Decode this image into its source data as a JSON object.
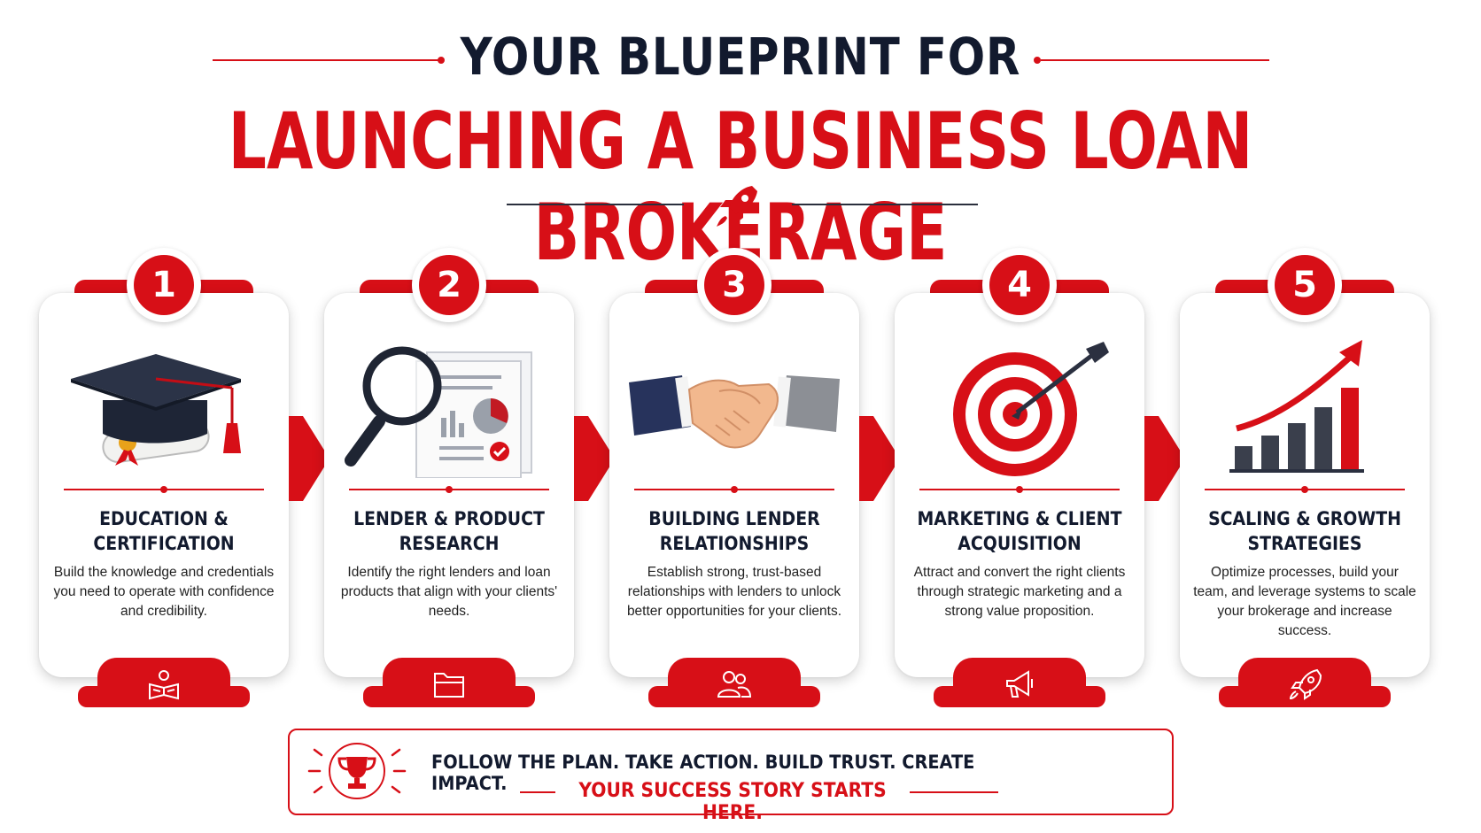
{
  "header": {
    "title_line1": "YOUR BLUEPRINT FOR",
    "title_line2": "LAUNCHING A BUSINESS LOAN BROKERAGE",
    "accent_color": "#d70f17",
    "dark_color": "#121a2e",
    "decor_icon": "rocket-icon"
  },
  "steps": [
    {
      "number": "1",
      "title": "EDUCATION & CERTIFICATION",
      "description": "Build the knowledge and credentials you need to operate with confidence and credibility.",
      "illustration": "graduation-cap-diploma",
      "bottom_icon": "reading-person-icon"
    },
    {
      "number": "2",
      "title": "LENDER & PRODUCT RESEARCH",
      "description": "Identify the right lenders and loan products that align with your clients' needs.",
      "illustration": "magnifying-glass-documents",
      "bottom_icon": "folder-icon"
    },
    {
      "number": "3",
      "title": "BUILDING LENDER RELATIONSHIPS",
      "description": "Establish strong, trust-based relationships with lenders to unlock better opportunities for your clients.",
      "illustration": "handshake",
      "bottom_icon": "people-icon"
    },
    {
      "number": "4",
      "title": "MARKETING & CLIENT ACQUISITION",
      "description": "Attract and convert the right clients through strategic marketing and a strong value proposition.",
      "illustration": "target-arrow",
      "bottom_icon": "megaphone-icon"
    },
    {
      "number": "5",
      "title": "SCALING & GROWTH STRATEGIES",
      "description": "Optimize processes, build your team, and leverage systems to scale your brokerage and increase success.",
      "illustration": "growth-bar-chart",
      "bottom_icon": "rocket-icon"
    }
  ],
  "footer": {
    "line1": "FOLLOW THE PLAN. TAKE ACTION. BUILD TRUST. CREATE IMPACT.",
    "line2": "YOUR SUCCESS STORY STARTS HERE.",
    "icon": "trophy-icon"
  }
}
